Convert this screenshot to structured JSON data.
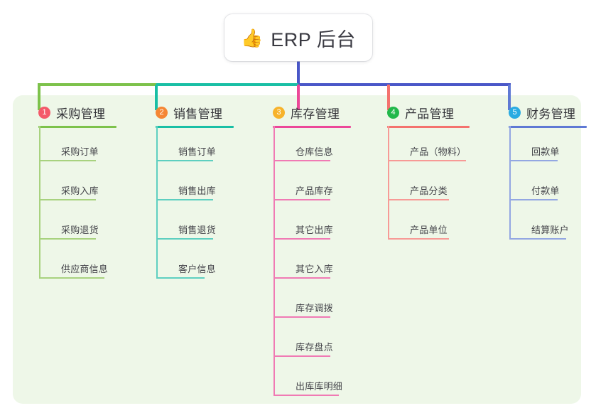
{
  "root": {
    "icon": "thumbs-up-icon",
    "emoji": "👍",
    "title": "ERP 后台"
  },
  "palette": {
    "panel_bg": "#eef7e8",
    "page_bg": "#ffffff",
    "root_stem": "#4a57c8",
    "branch1": "#7dc24b",
    "branch2": "#19bfa5",
    "branch3": "#ec4899",
    "branch4": "#f4726e",
    "branch5": "#5f79d4",
    "badge1": "#f4596a",
    "badge2": "#f58634",
    "badge3": "#f7b32b",
    "badge4": "#22b84b",
    "badge5": "#29abe2",
    "text": "#333338"
  },
  "branches": [
    {
      "index": "1",
      "title": "采购管理",
      "badge_color": "#f4596a",
      "line_color": "#7dc24b",
      "leaf_line_color": "#a8d27f",
      "items": [
        "采购订单",
        "采购入库",
        "采购退货",
        "供应商信息"
      ]
    },
    {
      "index": "2",
      "title": "销售管理",
      "badge_color": "#f58634",
      "line_color": "#19bfa5",
      "leaf_line_color": "#5ecfc0",
      "items": [
        "销售订单",
        "销售出库",
        "销售退货",
        "客户信息"
      ]
    },
    {
      "index": "3",
      "title": "库存管理",
      "badge_color": "#f7b32b",
      "line_color": "#ec4899",
      "leaf_line_color": "#f07ab4",
      "items": [
        "仓库信息",
        "产品库存",
        "其它出库",
        "其它入库",
        "库存调拨",
        "库存盘点",
        "出库库明细"
      ]
    },
    {
      "index": "4",
      "title": "产品管理",
      "badge_color": "#22b84b",
      "line_color": "#f4726e",
      "leaf_line_color": "#f79a96",
      "items": [
        "产品（物料）",
        "产品分类",
        "产品单位"
      ]
    },
    {
      "index": "5",
      "title": "财务管理",
      "badge_color": "#29abe2",
      "line_color": "#5f79d4",
      "leaf_line_color": "#93a7e2",
      "items": [
        "回款单",
        "付款单",
        "结算账户"
      ]
    }
  ]
}
